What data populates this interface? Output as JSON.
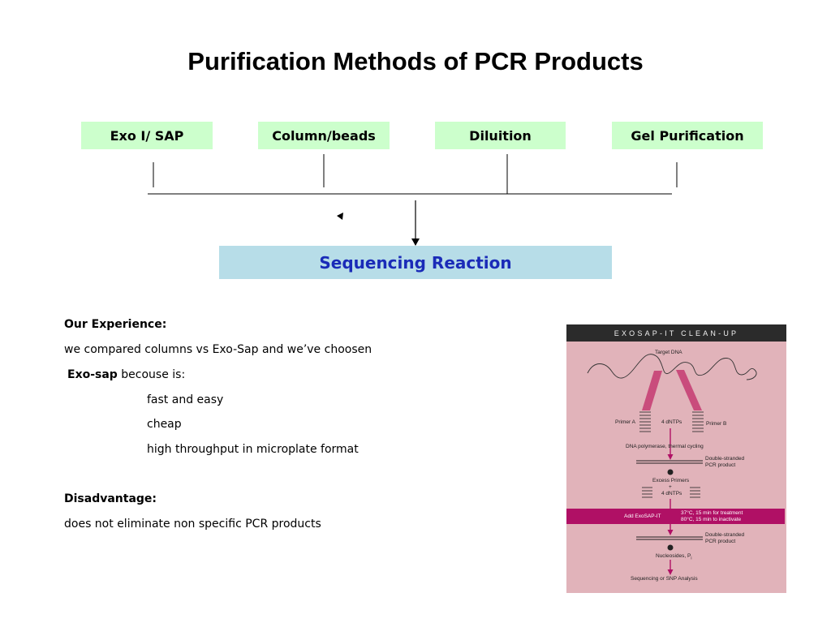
{
  "title": "Purification Methods of PCR Products",
  "methods": [
    {
      "label": "Exo I/ SAP"
    },
    {
      "label": "Column/beads"
    },
    {
      "label": "Diluition"
    },
    {
      "label": "Gel Purification"
    }
  ],
  "target": {
    "label": "Sequencing Reaction"
  },
  "experience": {
    "heading": "Our Experience:",
    "line1": " we compared columns vs Exo-Sap and we’ve choosen",
    "line2_bold": "Exo-sap",
    "line2_rest": " becouse is:",
    "bullets": [
      "fast and easy",
      "cheap",
      "high throughput in microplate format"
    ]
  },
  "disadvantage": {
    "heading": "Disadvantage:",
    "text": "does not eliminate non specific PCR products"
  },
  "panel": {
    "header": "EXOSAP-IT CLEAN-UP",
    "target_dna": "Target DNA",
    "primer_a": "Primer A",
    "dntps": "4 dNTPs",
    "primer_b": "Primer B",
    "polymerase": "DNA polymerase,  thermal cycling",
    "ds_product_1": "Double-stranded",
    "ds_product_2": "PCR product",
    "excess_primers": "Excess Primers",
    "plus": "+",
    "dntps2": "4 dNTPs",
    "add_exosap": "Add ExoSAP-IT",
    "treat_1": "37°C, 15 min for treatment",
    "treat_2": "80°C, 15 min to inactivate",
    "ds2_1": "Double-stranded",
    "ds2_2": "PCR product",
    "nucleosides": "Nucleosides, P",
    "nucleosides_sub": "i",
    "final": "Sequencing or SNP Analysis"
  },
  "colors": {
    "method_box": "#ccffcc",
    "target_box": "#b7dde8",
    "target_text": "#1a2bb8",
    "panel_bg": "#e1b3ba",
    "panel_band": "#b01065"
  }
}
